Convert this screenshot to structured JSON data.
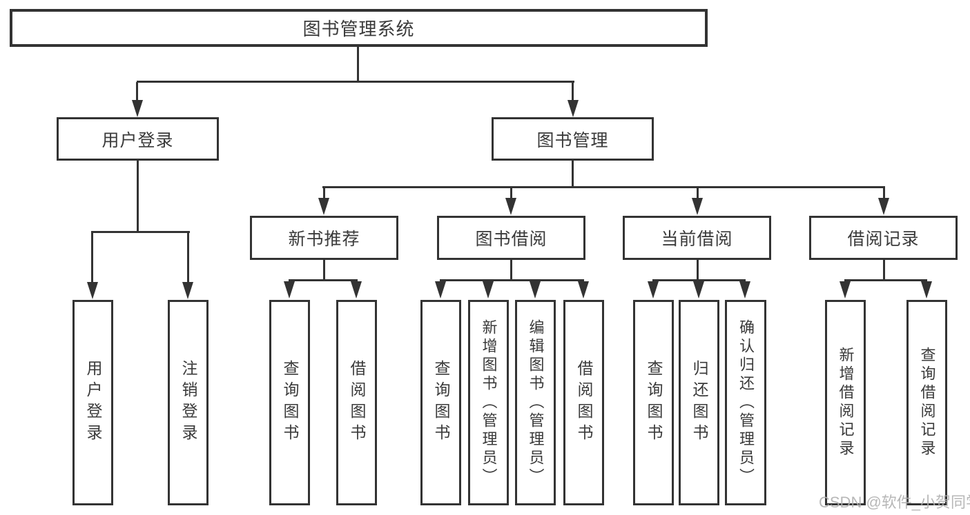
{
  "diagram": {
    "root": {
      "label": "图书管理系统"
    },
    "branches": [
      {
        "label": "用户登录",
        "leaves": [
          "用户登录",
          "注销登录"
        ]
      },
      {
        "label": "图书管理",
        "groups": [
          {
            "label": "新书推荐",
            "leaves": [
              "查询图书",
              "借阅图书"
            ]
          },
          {
            "label": "图书借阅",
            "leaves": [
              "查询图书",
              "新增图书（管理员）",
              "编辑图书（管理员）",
              "借阅图书"
            ]
          },
          {
            "label": "当前借阅",
            "leaves": [
              "查询图书",
              "归还图书",
              "确认归还（管理员）"
            ]
          },
          {
            "label": "借阅记录",
            "leaves": [
              "新增借阅记录",
              "查询借阅记录"
            ]
          }
        ]
      }
    ]
  },
  "watermark": {
    "text": "CSDN @软件_小贺同学"
  },
  "colors": {
    "line": "#333333",
    "text": "#3a3a3a",
    "watermark": "#b0b0b0",
    "background": "#ffffff"
  }
}
